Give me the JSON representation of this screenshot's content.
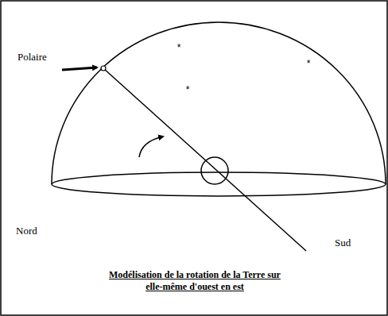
{
  "diagram": {
    "caption": "Modélisation de la rotation de la Terre sur elle-même d'ouest en est",
    "labels": [
      "Polaire",
      "Nord",
      "Sud"
    ]
  }
}
